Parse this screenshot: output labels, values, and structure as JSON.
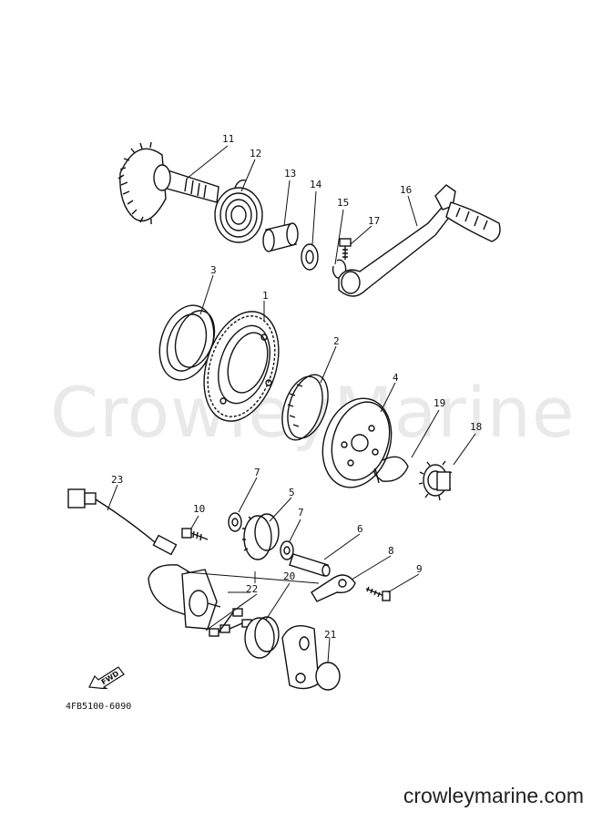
{
  "watermark": "CrowleyMarine",
  "reference_code": "4FB5100-6090",
  "footer_site": "crowleymarine.com",
  "fwd_label": "FWD",
  "part_labels": [
    "11",
    "12",
    "13",
    "14",
    "15",
    "17",
    "16",
    "3",
    "1",
    "2",
    "4",
    "19",
    "18",
    "23",
    "7",
    "5",
    "10",
    "7",
    "6",
    "8",
    "9",
    "22",
    "20",
    "21"
  ]
}
